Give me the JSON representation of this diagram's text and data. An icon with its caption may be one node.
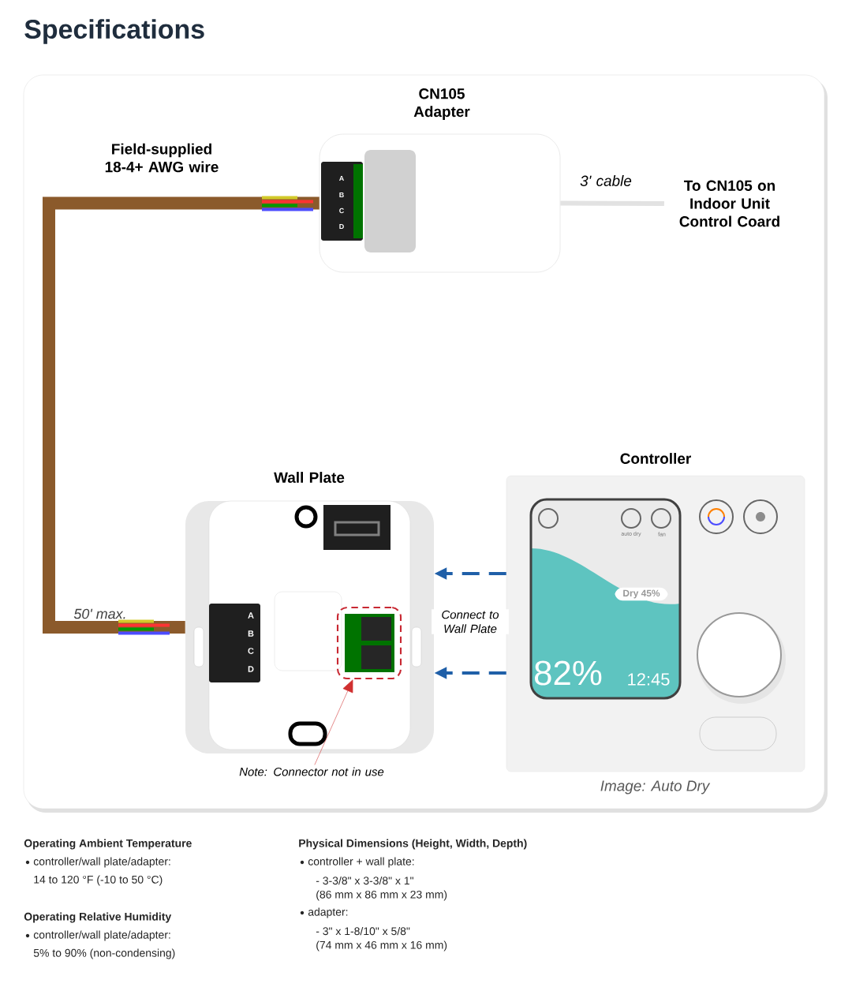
{
  "diagram": {
    "title": "Specifications",
    "nodes": [
      {
        "text": [
          "CN105 Adapter"
        ]
      },
      {
        "text": [
          "To CN105 on Indoor Unit Control Coard"
        ]
      },
      {
        "text": [
          "Wall Plate"
        ]
      },
      {
        "text": [
          "Controller"
        ],
        "beside": [
          "Image: Auto Dry"
        ]
      },
      {
        "text": [],
        "shape": "box",
        "in": 2
      },
      {
        "text": [
          "Note: Connector not in use"
        ]
      }
    ],
    "edges": [
      {
        "from": 0,
        "to": 2,
        "arrow": "none",
        "label": "Field-supplied 18-4+ AWG wire",
        "style": "thick",
        "color": "#8b5a2b"
      },
      {
        "from": 0,
        "to": 1,
        "arrow": "none",
        "label": "3' cable",
        "color": "#e2e2e2"
      },
      {
        "from": 3,
        "to": 2,
        "arrow": "to",
        "label": "Connect to Wall Plate",
        "style": "dashed",
        "color": "#1f5fa8"
      },
      {
        "from": 3,
        "to": 2,
        "arrow": "to",
        "style": "dashed",
        "color": "#1f5fa8"
      },
      {
        "from": 5,
        "to": 4,
        "arrow": "to",
        "color": "#d03030"
      }
    ],
    "labels": [
      "A",
      "B",
      "C",
      "D",
      "A",
      "B",
      "C",
      "D",
      "auto dry",
      "fan",
      "Dry 45%",
      "82%",
      "12:45",
      "50' max.",
      "Operating Ambient Temperature",
      "controller/wall plate/adapter:",
      "14 to 120 °F (-10 to 50 °C)",
      "Operating Relative Humidity",
      "controller/wall plate/adapter:",
      "5% to 90% (non-condensing)",
      "Physical Dimensions (Height, Width, Depth)",
      "controller + wall plate:",
      "- 3-3/8\" x 3-3/8\" x 1\"",
      "(86 mm x 86 mm x 23 mm)",
      "adapter:",
      "- 3\" x 1-8/10\" x 5/8\"",
      "(74 mm x 46 mm x 16 mm)"
    ]
  }
}
